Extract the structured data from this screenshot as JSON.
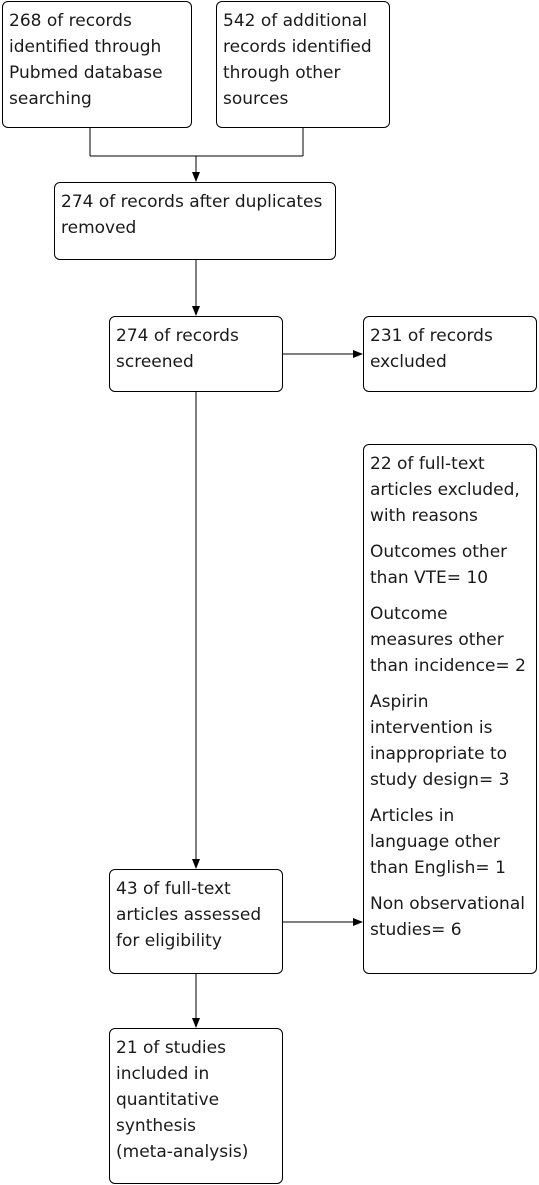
{
  "diagram": {
    "identification": {
      "pubmed": [
        "268 of records",
        "identified through",
        "Pubmed database",
        "searching"
      ],
      "other_sources": [
        "542 of additional",
        "records identified",
        "through other",
        "sources"
      ]
    },
    "after_duplicates": [
      "274 of records after duplicates",
      "removed"
    ],
    "screened": [
      "274 of records",
      "screened"
    ],
    "excluded": [
      "231 of records",
      "excluded"
    ],
    "fulltext_excluded": {
      "header": [
        "22 of full-text",
        "articles excluded,",
        "with reasons"
      ],
      "reasons": [
        [
          "Outcomes other",
          "than VTE= 10"
        ],
        [
          "Outcome",
          "measures other",
          "than incidence= 2"
        ],
        [
          "Aspirin",
          "intervention is",
          "inappropriate to",
          "study design= 3"
        ],
        [
          "Articles in",
          "language other",
          "than English= 1"
        ],
        [
          "Non observational",
          "studies= 6"
        ]
      ]
    },
    "fulltext_assessed": [
      "43 of full-text",
      "articles assessed",
      "for eligibility"
    ],
    "included": [
      "21 of studies",
      "included in",
      "quantitative",
      "synthesis",
      "(meta-analysis)"
    ]
  },
  "colors": {
    "stroke": "#000000",
    "text": "#1a1a1a",
    "background": "#ffffff"
  }
}
